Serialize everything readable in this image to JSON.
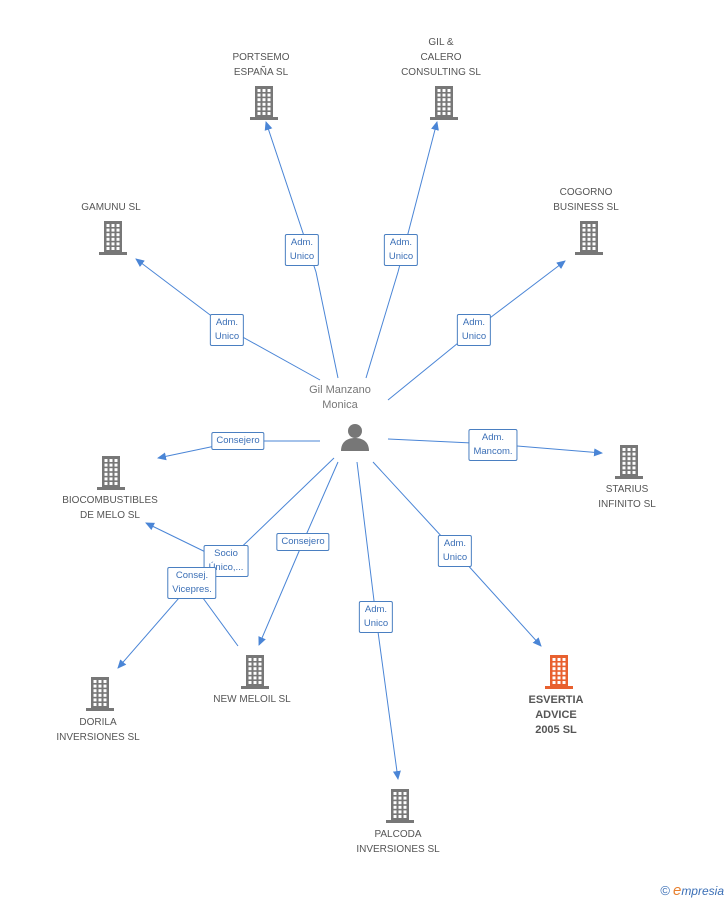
{
  "center": {
    "name_lines": [
      "Gil Manzano",
      "Monica"
    ]
  },
  "nodes": [
    {
      "id": "portsemo",
      "lines": [
        "PORTSEMO",
        "ESPAÑA SL"
      ],
      "highlight": false
    },
    {
      "id": "gil-calero",
      "lines": [
        "GIL &",
        "CALERO",
        "CONSULTING SL"
      ],
      "highlight": false
    },
    {
      "id": "gamunu",
      "lines": [
        "GAMUNU SL"
      ],
      "highlight": false
    },
    {
      "id": "cogorno",
      "lines": [
        "COGORNO",
        "BUSINESS SL"
      ],
      "highlight": false
    },
    {
      "id": "starius",
      "lines": [
        "STARIUS",
        "INFINITO SL"
      ],
      "highlight": false
    },
    {
      "id": "biocombustibles",
      "lines": [
        "BIOCOMBUSTIBLES",
        "DE MELO SL"
      ],
      "highlight": false
    },
    {
      "id": "dorila",
      "lines": [
        "DORILA",
        "INVERSIONES SL"
      ],
      "highlight": false
    },
    {
      "id": "new-meloil",
      "lines": [
        "NEW MELOIL SL"
      ],
      "highlight": false
    },
    {
      "id": "palcoda",
      "lines": [
        "PALCODA",
        "INVERSIONES SL"
      ],
      "highlight": false
    },
    {
      "id": "esvertia",
      "lines": [
        "ESVERTIA",
        "ADVICE",
        "2005 SL"
      ],
      "highlight": true
    }
  ],
  "edges": [
    {
      "target": "portsemo",
      "lines": [
        "Adm.",
        "Unico"
      ]
    },
    {
      "target": "gil-calero",
      "lines": [
        "Adm.",
        "Unico"
      ]
    },
    {
      "target": "gamunu",
      "lines": [
        "Adm.",
        "Unico"
      ]
    },
    {
      "target": "cogorno",
      "lines": [
        "Adm.",
        "Unico"
      ]
    },
    {
      "target": "starius",
      "lines": [
        "Adm.",
        "Mancom."
      ]
    },
    {
      "target": "biocombustibles",
      "lines": [
        "Consejero"
      ]
    },
    {
      "target": "biocombustibles",
      "lines": [
        "Socio",
        "Único,..."
      ]
    },
    {
      "target": "dorila",
      "lines": [
        "Consej.",
        "Vicepres."
      ]
    },
    {
      "target": "new-meloil",
      "lines": [
        "Consejero"
      ]
    },
    {
      "target": "palcoda",
      "lines": [
        "Adm.",
        "Unico"
      ]
    },
    {
      "target": "esvertia",
      "lines": [
        "Adm.",
        "Unico"
      ]
    }
  ],
  "colors": {
    "edge": "#4a85d6",
    "building": "#777777",
    "building_highlight": "#e8602f",
    "person": "#777777",
    "label_border": "#4a7fc1"
  },
  "footer": {
    "copyright": "©",
    "brand_initial": "e",
    "brand_rest": "mpresia"
  }
}
